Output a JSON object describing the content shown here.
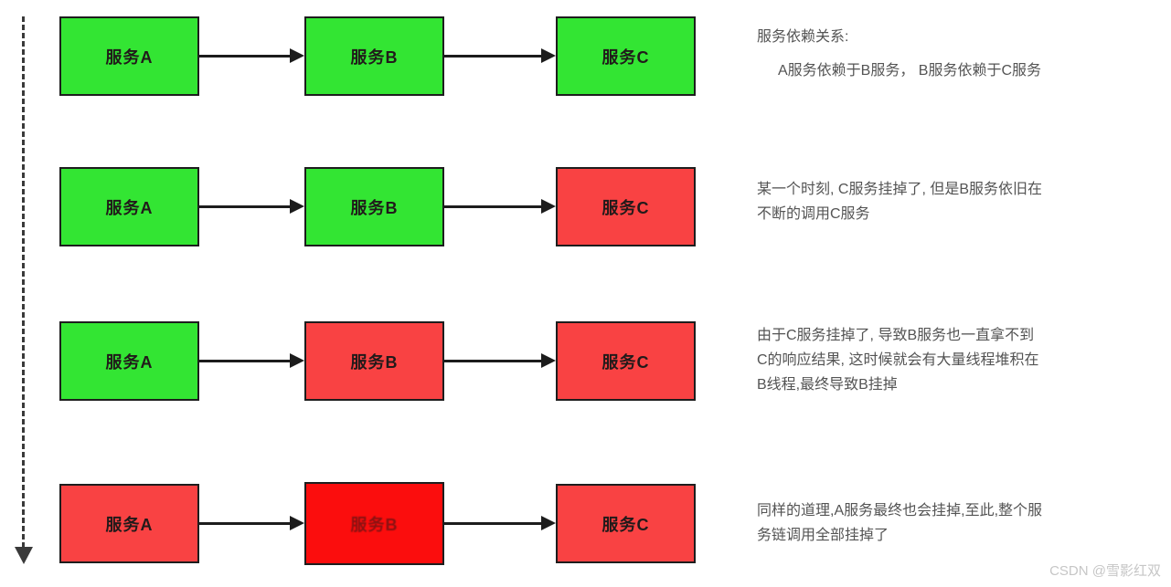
{
  "colors": {
    "background": "#ffffff",
    "service-up": "#33e533",
    "service-down": "#f94243",
    "service-down-bright": "#fb0d0d",
    "box-border": "#1d1d1d",
    "box-text": "#211a1a",
    "box-text-bright": "#8a1212",
    "arrow": "#1c1c1c",
    "timeline": "#3a3a3a",
    "desc-text": "#545454",
    "watermark": "#c6c6c6"
  },
  "diagram": {
    "rows": [
      {
        "boxes": [
          {
            "label": "服务A",
            "status": "up"
          },
          {
            "label": "服务B",
            "status": "up"
          },
          {
            "label": "服务C",
            "status": "up"
          }
        ],
        "description": {
          "lines": [
            "服务依赖关系:",
            "A服务依赖于B服务， B服务依赖于C服务"
          ]
        }
      },
      {
        "boxes": [
          {
            "label": "服务A",
            "status": "up"
          },
          {
            "label": "服务B",
            "status": "up"
          },
          {
            "label": "服务C",
            "status": "down"
          }
        ],
        "description": {
          "lines": [
            "某一个时刻, C服务挂掉了, 但是B服务依旧在",
            "不断的调用C服务"
          ]
        }
      },
      {
        "boxes": [
          {
            "label": "服务A",
            "status": "up"
          },
          {
            "label": "服务B",
            "status": "down"
          },
          {
            "label": "服务C",
            "status": "down"
          }
        ],
        "description": {
          "lines": [
            "由于C服务挂掉了, 导致B服务也一直拿不到",
            "C的响应结果, 这时候就会有大量线程堆积在",
            "B线程,最终导致B挂掉"
          ]
        }
      },
      {
        "boxes": [
          {
            "label": "服务A",
            "status": "down"
          },
          {
            "label": "服务B",
            "status": "down-bright"
          },
          {
            "label": "服务C",
            "status": "down"
          }
        ],
        "description": {
          "lines": [
            "同样的道理,A服务最终也会挂掉,至此,整个服",
            "务链调用全部挂掉了"
          ]
        }
      }
    ]
  },
  "watermark": {
    "text": "CSDN @雪影红双"
  }
}
